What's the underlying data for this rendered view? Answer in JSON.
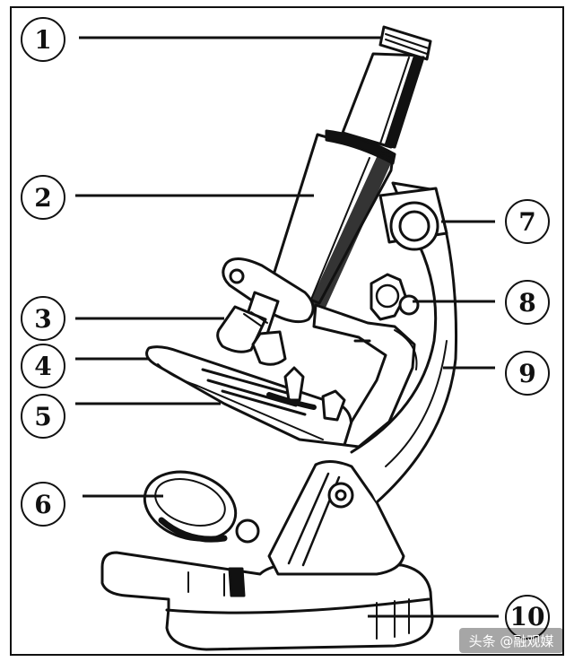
{
  "diagram": {
    "labels": [
      "1",
      "2",
      "3",
      "4",
      "5",
      "6",
      "7",
      "8",
      "9",
      "10"
    ]
  },
  "watermark": {
    "text": "头条 @融观媒"
  },
  "colors": {
    "line": "#111111",
    "paper": "#ffffff"
  }
}
